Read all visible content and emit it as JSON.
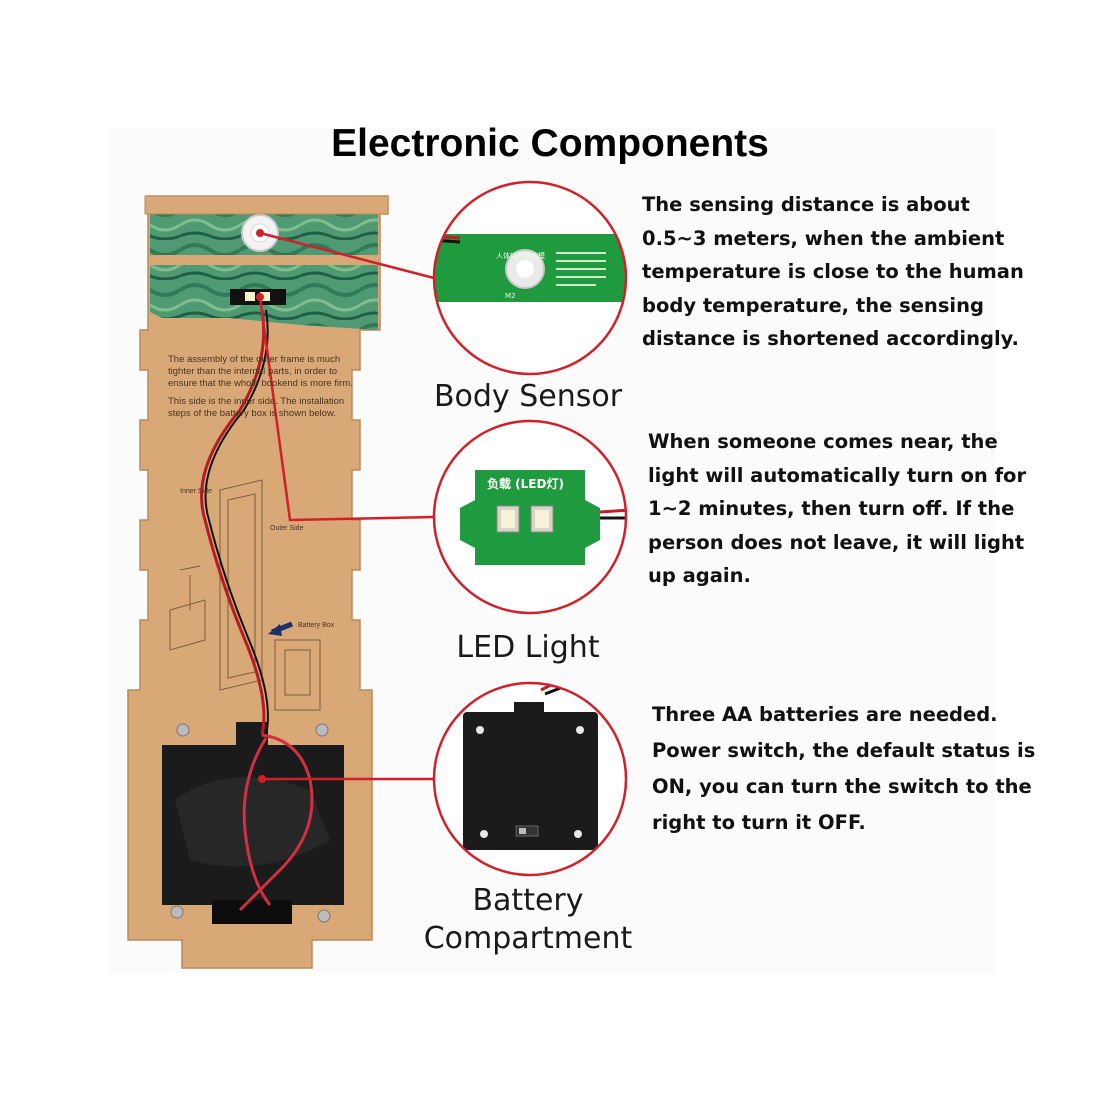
{
  "title": "Electronic Components",
  "components": [
    {
      "caption": "Body Sensor",
      "description": [
        "The sensing distance is about",
        "0.5~3 meters, when the ambient",
        "temperature is close to the human",
        "body temperature, the sensing",
        "distance is shortened accordingly."
      ],
      "board_label": "人体红外感应模",
      "board_note": "M2"
    },
    {
      "caption": "LED Light",
      "description": [
        "When someone comes near, the",
        "light will automatically turn on for",
        "1~2 minutes, then turn off. If the",
        "person does not leave, it will light",
        "up again."
      ],
      "board_label": "负载 (LED灯)"
    },
    {
      "caption_lines": [
        "Battery",
        "Compartment"
      ],
      "description": [
        "Three AA batteries are needed.",
        "Power switch, the default status is",
        "ON, you can turn the switch to the",
        "right to turn it OFF."
      ]
    }
  ],
  "board_print": {
    "instructions": [
      "The assembly of the outer frame is much",
      "tighter than the internal parts, in order to",
      "ensure that the whole bookend is more firm.",
      "",
      "This side is the inner side. The installation",
      "steps of the battery box is shown below."
    ],
    "label_inner": "Inner Side",
    "label_outer": "Outer Side",
    "label_battery_box": "Battery Box"
  },
  "colors": {
    "callout": "#d0202a",
    "wood": "#d9a877",
    "pcb": "#1f9a3f",
    "painting_green": "#3f8f6a",
    "battery_box": "#1b1b1b"
  }
}
